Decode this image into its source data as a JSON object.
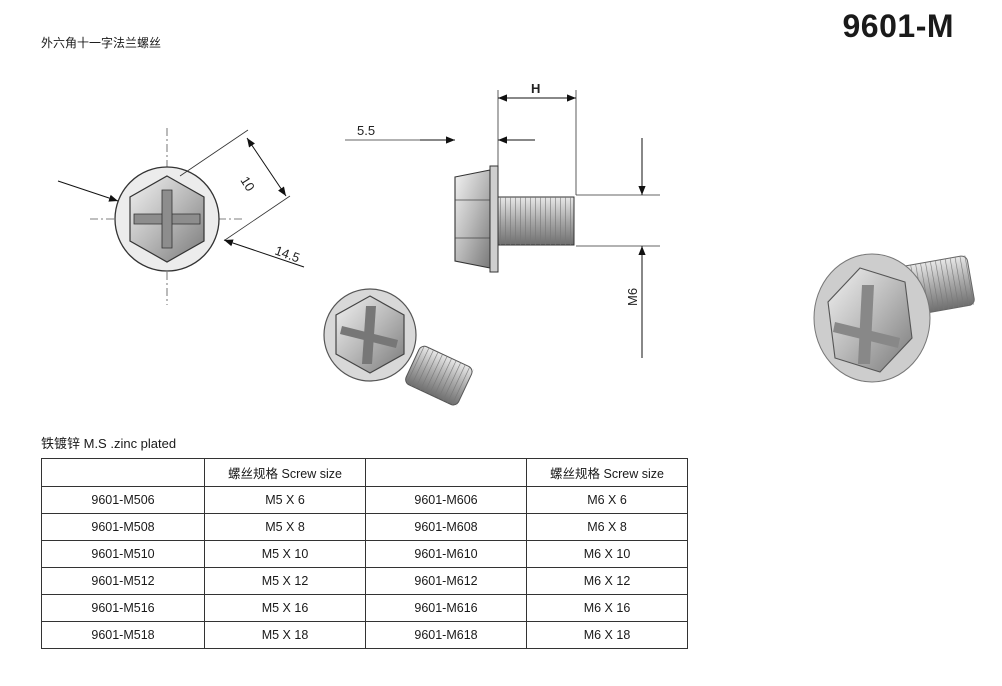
{
  "header": {
    "subtitle": "外六角十一字法兰螺丝",
    "model": "9601-M"
  },
  "drawing": {
    "dim_10": "10",
    "dim_14_5": "14.5",
    "dim_5_5": "5.5",
    "dim_H": "H",
    "dim_M6": "M6"
  },
  "material": "铁镀锌  M.S .zinc plated",
  "table": {
    "header_size_left": "螺丝规格  Screw size",
    "header_size_right": "螺丝规格  Screw size",
    "rows": [
      {
        "code_a": "9601-M506",
        "size_a": "M5 X 6",
        "code_b": "9601-M606",
        "size_b": "M6 X 6"
      },
      {
        "code_a": "9601-M508",
        "size_a": "M5 X 8",
        "code_b": "9601-M608",
        "size_b": "M6 X 8"
      },
      {
        "code_a": "9601-M510",
        "size_a": "M5 X 10",
        "code_b": "9601-M610",
        "size_b": "M6 X 10"
      },
      {
        "code_a": "9601-M512",
        "size_a": "M5 X 12",
        "code_b": "9601-M612",
        "size_b": "M6 X 12"
      },
      {
        "code_a": "9601-M516",
        "size_a": "M5 X 16",
        "code_b": "9601-M616",
        "size_b": "M6 X 16"
      },
      {
        "code_a": "9601-M518",
        "size_a": "M5 X 18",
        "code_b": "9601-M618",
        "size_b": "M6 X 18"
      }
    ]
  }
}
